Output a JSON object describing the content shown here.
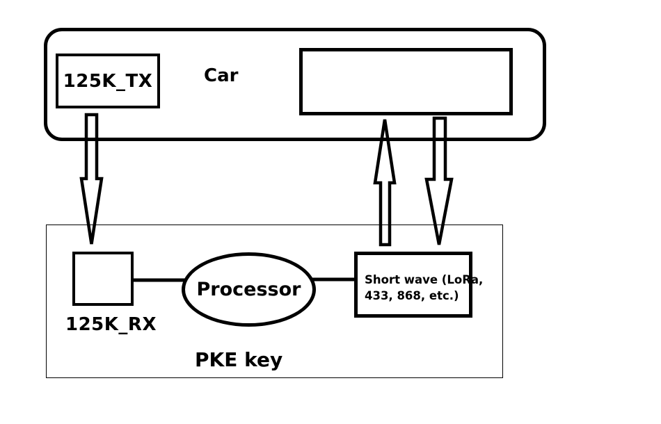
{
  "diagram": {
    "title_hint": "PKE system block diagram",
    "car": {
      "label": "Car",
      "tx_box_label": "125K_TX",
      "rf_box_label": ""
    },
    "key": {
      "label": "PKE key",
      "rx_box_label": "125K_RX",
      "processor_label": "Processor",
      "shortwave_line1": "Short wave (LoRa,",
      "shortwave_line2": "433, 868, etc.)"
    },
    "arrows": [
      {
        "name": "lf-downlink-arrow",
        "direction": "down",
        "from": "125K_TX",
        "to": "125K_RX"
      },
      {
        "name": "rf-uplink-arrow",
        "direction": "up",
        "from": "Short wave module",
        "to": "Car RF box"
      },
      {
        "name": "rf-downlink-arrow",
        "direction": "down",
        "from": "Car RF box",
        "to": "Short wave module"
      }
    ],
    "colors": {
      "stroke": "#000000",
      "background": "#ffffff"
    }
  }
}
